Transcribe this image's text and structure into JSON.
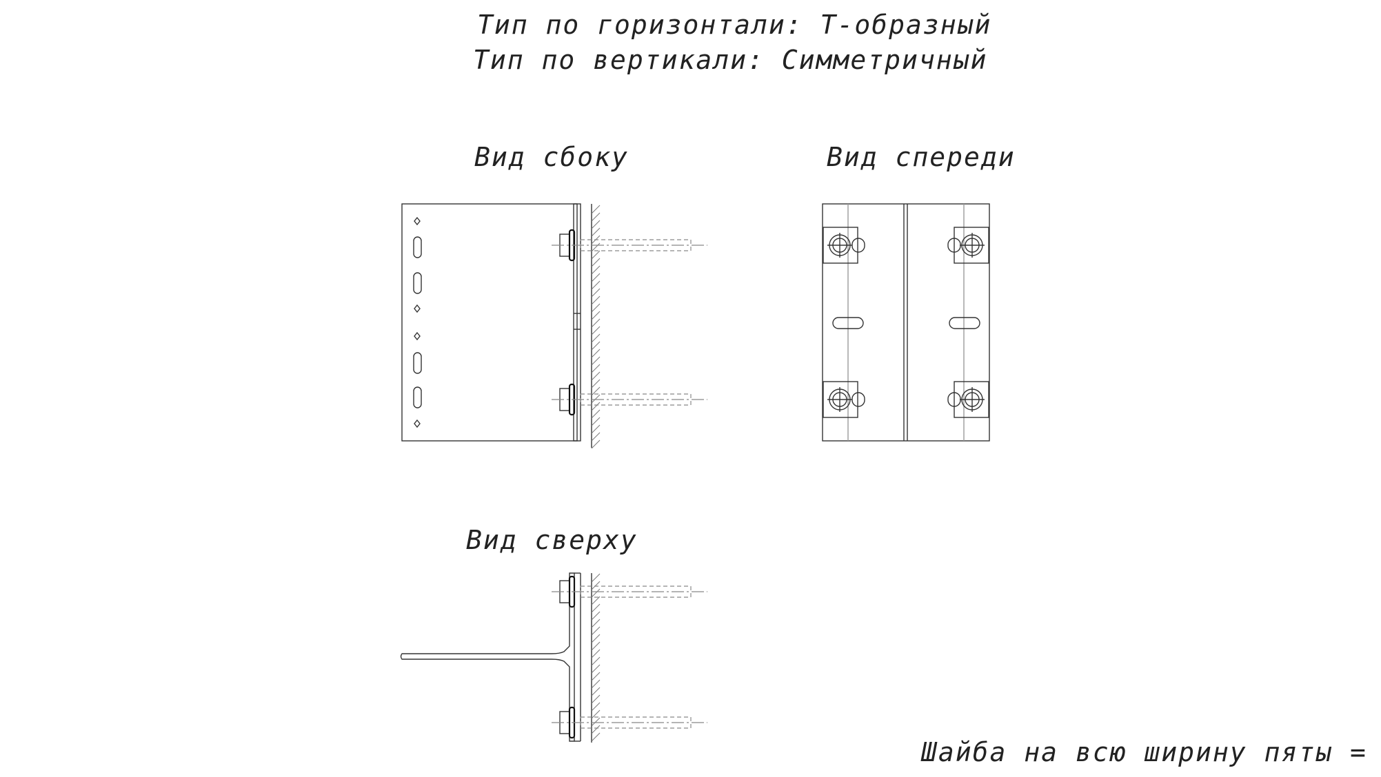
{
  "header": {
    "horizontal_type": "Тип по горизонтали: Т-образный",
    "vertical_type": "Тип по вертикали: Симметричный"
  },
  "views": {
    "side_label": "Вид сбоку",
    "front_label": "Вид спереди",
    "top_label": "Вид сверху"
  },
  "footer": {
    "washer_note": "Шайба на всю ширину пяты = нет"
  }
}
